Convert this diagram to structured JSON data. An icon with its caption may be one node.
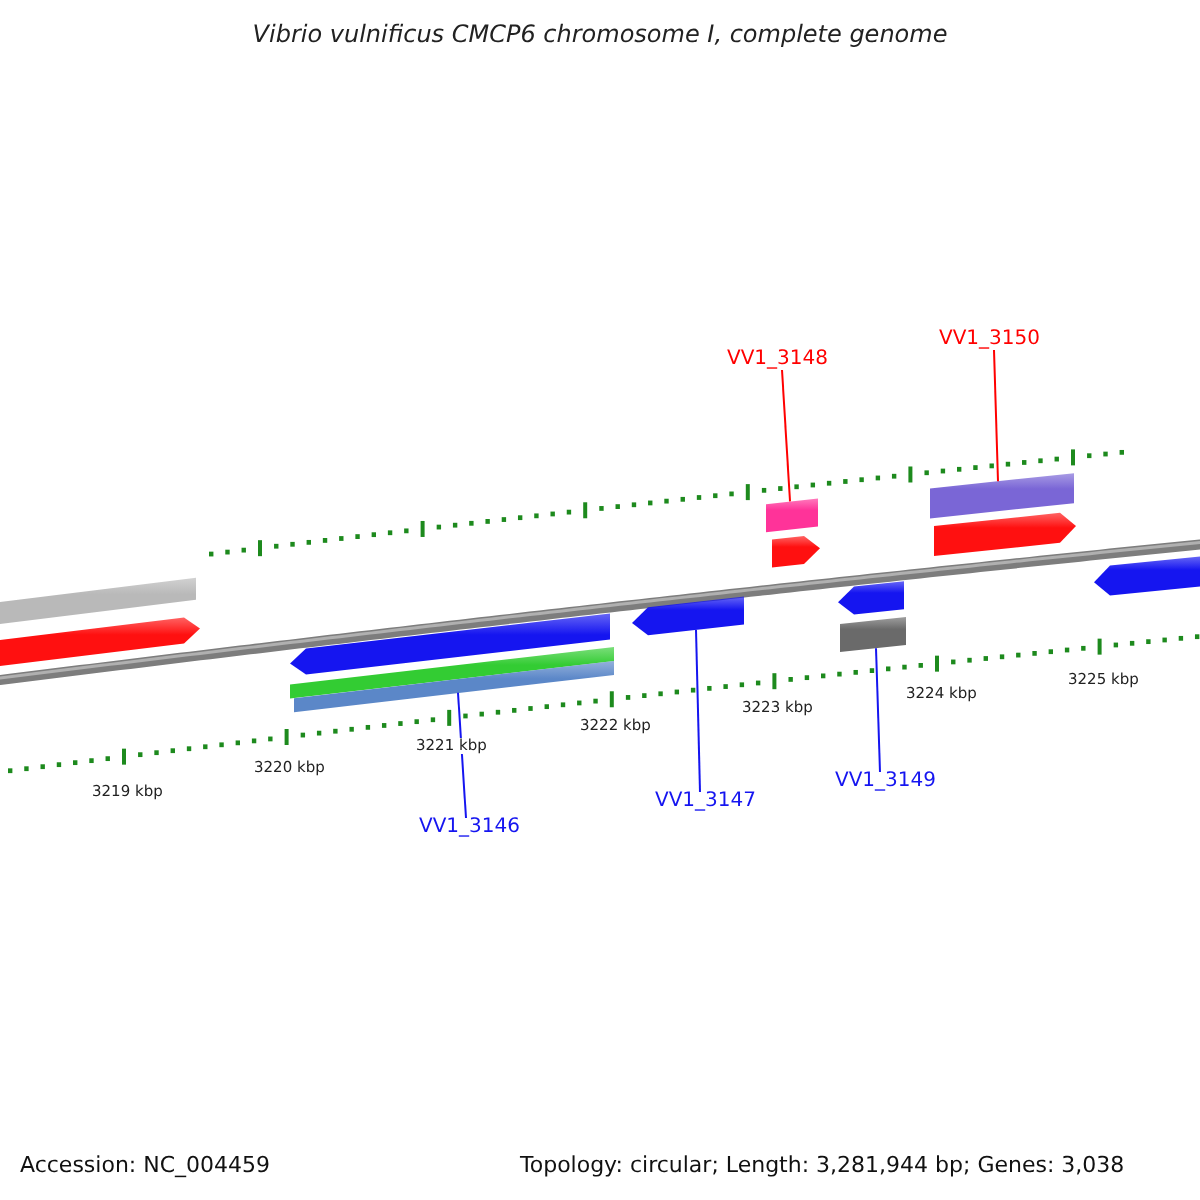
{
  "diagram": {
    "title": "Vibrio vulnificus CMCP6 chromosome I, complete genome",
    "nodes": [
      {
        "text": [
          "VV1_3148"
        ]
      },
      {
        "text": [
          "VV1_3150"
        ]
      },
      {
        "text": [
          "VV1_3146"
        ]
      },
      {
        "text": [
          "VV1_3147"
        ]
      },
      {
        "text": [
          "VV1_3149"
        ]
      },
      {
        "text": [],
        "shape": "bar"
      },
      {
        "text": [],
        "shape": "arrow"
      },
      {
        "text": [],
        "shape": "arrow"
      },
      {
        "text": [],
        "shape": "bar"
      },
      {
        "text": [],
        "shape": "bar"
      },
      {
        "text": [],
        "shape": "arrow"
      },
      {
        "text": [],
        "shape": "bar"
      },
      {
        "text": [],
        "shape": "arrow"
      },
      {
        "text": [],
        "shape": "arrow"
      },
      {
        "text": [],
        "shape": "bar"
      },
      {
        "text": [],
        "shape": "bar"
      },
      {
        "text": [],
        "shape": "arrow"
      },
      {
        "text": [],
        "shape": "arrow"
      }
    ],
    "edges": [
      {
        "from": 0,
        "to": 11,
        "arrow": "none",
        "color": "#ff0000"
      },
      {
        "from": 1,
        "to": 15,
        "arrow": "none",
        "color": "#ff0000"
      },
      {
        "from": 2,
        "to": 9,
        "arrow": "none"
      },
      {
        "from": 3,
        "to": 10,
        "arrow": "none"
      },
      {
        "from": 4,
        "to": 14,
        "arrow": "none"
      }
    ],
    "labels": [
      "3219 kbp",
      "3220 kbp",
      "3221 kbp",
      "3222 kbp",
      "3223 kbp",
      "3224 kbp",
      "3225 kbp",
      "Accession: NC_004459",
      "Topology: circular; Length: 3,281,944 bp; Genes: 3,038"
    ]
  }
}
